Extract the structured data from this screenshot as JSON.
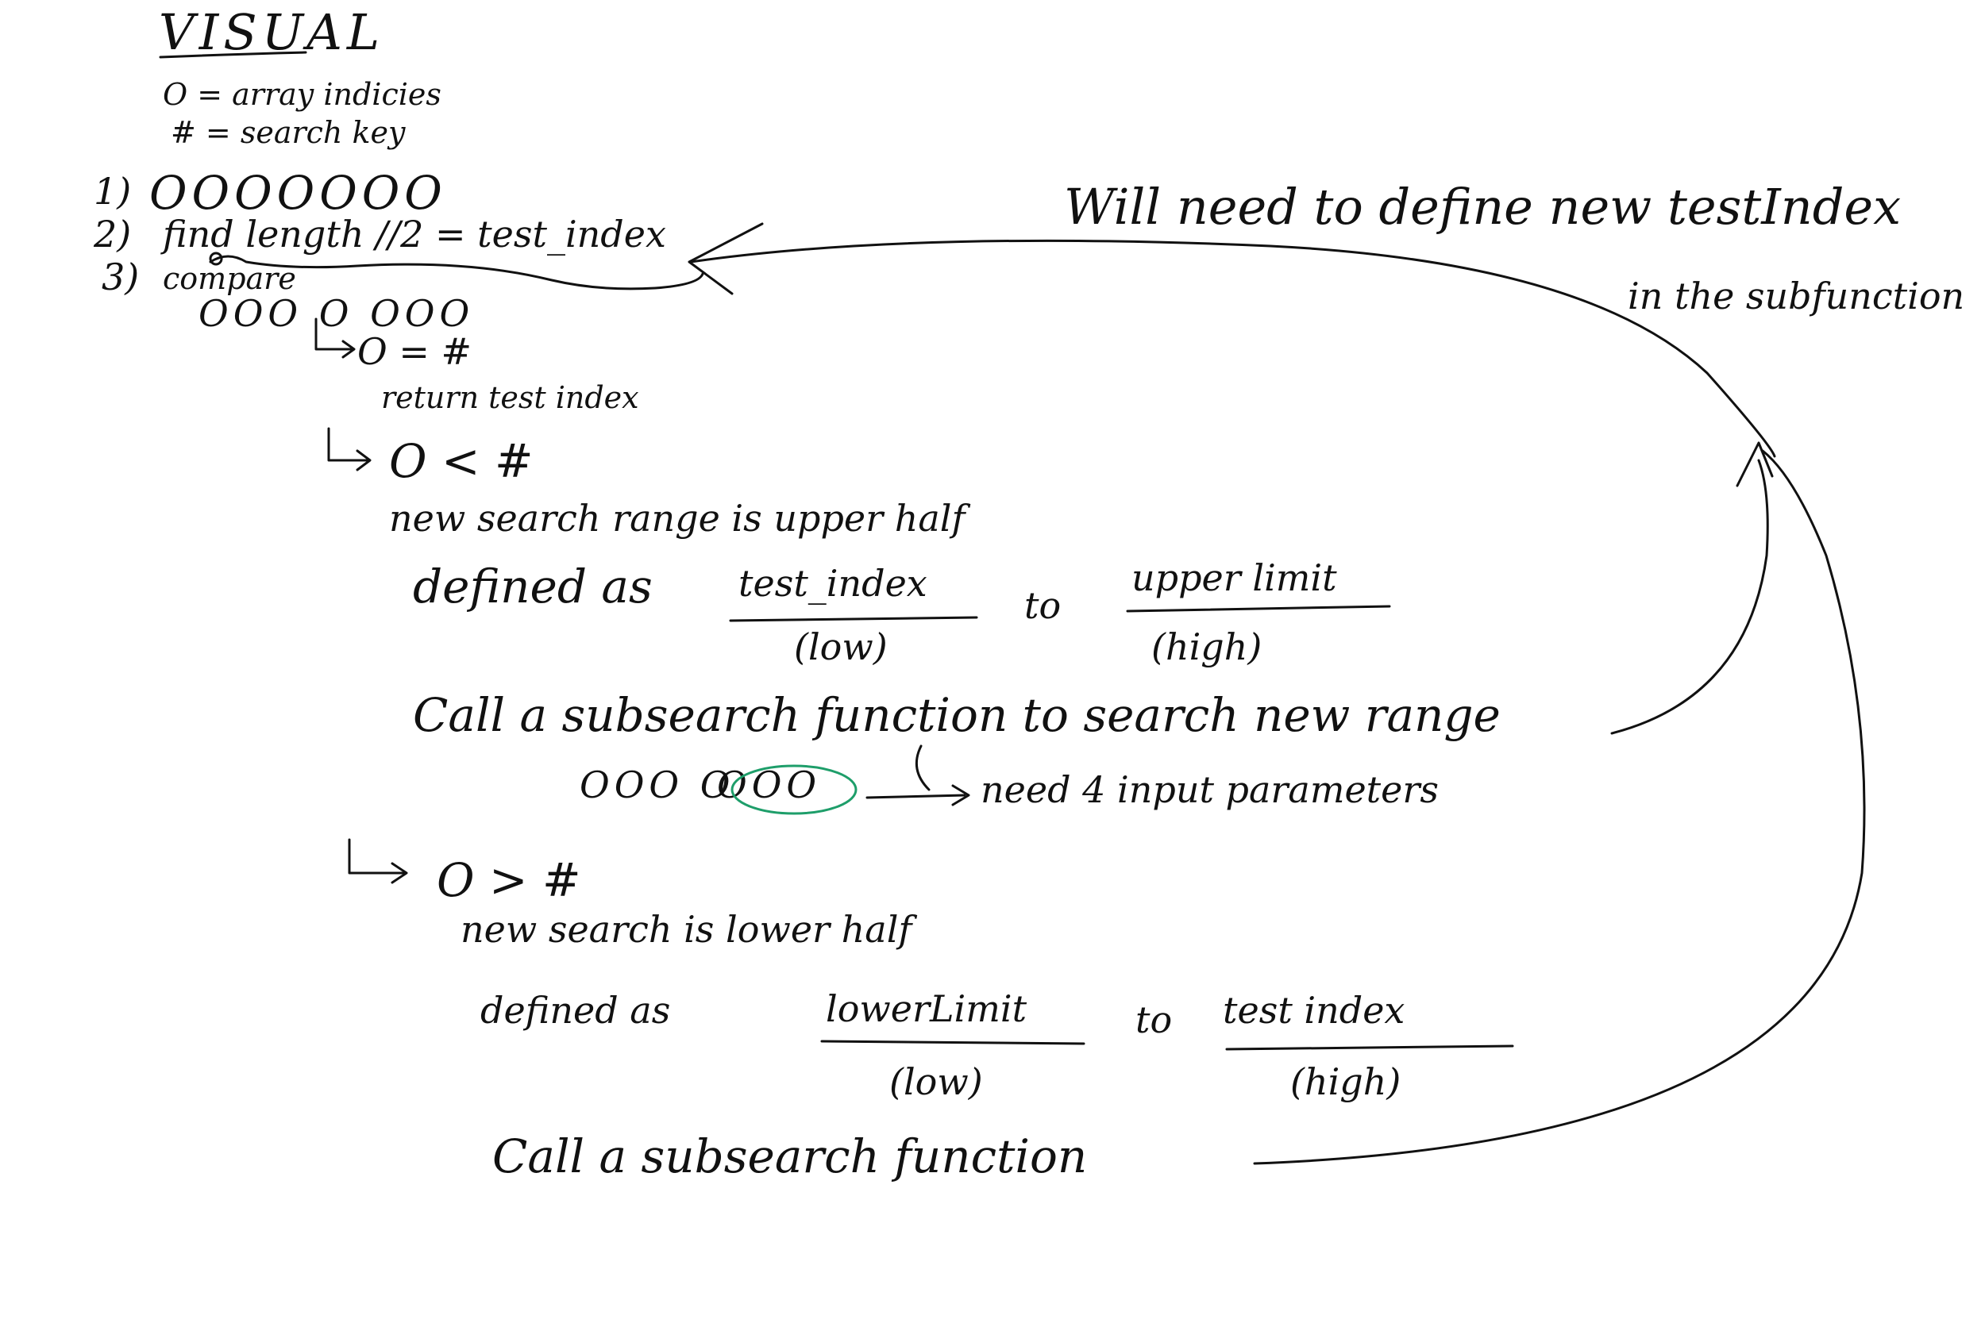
{
  "notes": {
    "title": "VISUAL",
    "legend": {
      "circle": "O = array indicies",
      "hash": "# = search key"
    },
    "steps": {
      "step1_num": "1)",
      "step1_circles": "OOOOOOO",
      "step2_num": "2)",
      "step2_text": "find length //2 = test_index",
      "step3_num": "3)",
      "step3_text": "compare"
    },
    "compare_row": "OOO O OOO",
    "branch_equal": {
      "condition": "O = #",
      "action": "return test index"
    },
    "branch_less": {
      "condition": "O < #",
      "description": "new search range is upper half",
      "defined_as": "defined as",
      "low_value": "test_index",
      "low_label": "(low)",
      "to": "to",
      "high_value": "upper limit",
      "high_label": "(high)",
      "call": "Call a subsearch function to search new range",
      "subrange_left": "OOO O",
      "subrange_right": "OOO",
      "params_note": "need 4 input parameters"
    },
    "branch_greater": {
      "condition": "O > #",
      "description": "new search is lower half",
      "defined_as": "defined as",
      "low_value": "lowerLimit",
      "low_label": "(low)",
      "to": "to",
      "high_value": "test index",
      "high_label": "(high)",
      "call": "Call a subsearch function"
    },
    "annotation": {
      "line1": "Will need to define new testIndex",
      "line2": "in the subfunction"
    },
    "colors": {
      "ink": "#111111",
      "highlight_ellipse": "#1e9e6a"
    }
  }
}
